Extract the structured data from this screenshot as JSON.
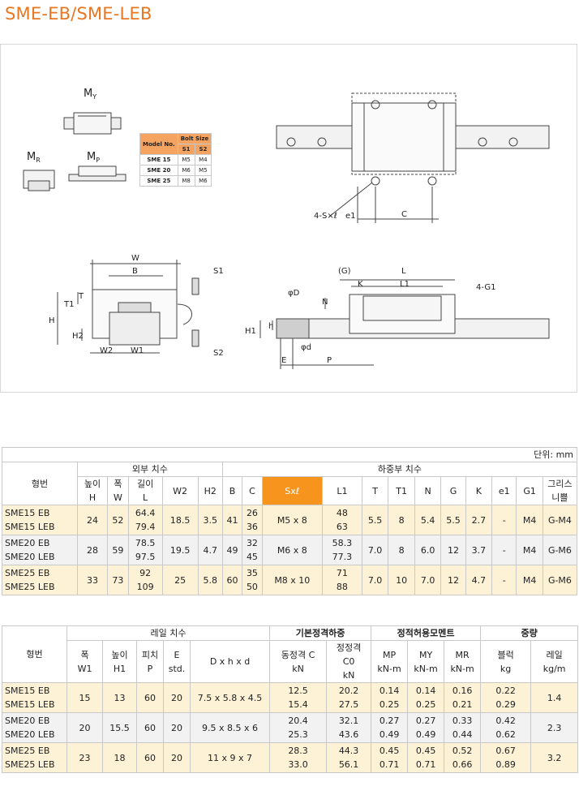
{
  "page": {
    "title": "SME-EB/SME-LEB"
  },
  "drawing": {
    "moment_labels": [
      "M",
      "Y",
      "M",
      "R",
      "M",
      "P"
    ],
    "bolt_table": {
      "model_header": "Model No.",
      "bolt_header": "Bolt Size",
      "s1": "S1",
      "s2": "S2",
      "rows": [
        {
          "model": "SME 15",
          "s1": "M5",
          "s2": "M4"
        },
        {
          "model": "SME 20",
          "s1": "M6",
          "s2": "M5"
        },
        {
          "model": "SME 25",
          "s1": "M8",
          "s2": "M6"
        }
      ]
    },
    "labels": {
      "four_s_l": "4-S×ℓ",
      "e1": "e1",
      "c": "C",
      "w": "W",
      "b": "B",
      "s1": "S1",
      "s2": "S2",
      "t1": "T1",
      "t": "T",
      "h": "H",
      "h2": "H2",
      "w2": "W2",
      "w1": "W1",
      "g": "(G)",
      "l": "L",
      "k": "K",
      "l1": "L1",
      "four_g1": "4-G1",
      "phi_d_big": "φD",
      "n": "N",
      "h_small": "h",
      "h1": "H1",
      "phi_d_small": "φd",
      "e": "E",
      "p": "P"
    }
  },
  "table1": {
    "unit": "단위: mm",
    "model_header": "형번",
    "group_outer": "외부 치수",
    "group_block": "하중부 치수",
    "headers": [
      [
        "높이",
        "H"
      ],
      [
        "폭",
        "W"
      ],
      [
        "길이",
        "L"
      ],
      [
        "W2"
      ],
      [
        "H2"
      ],
      [
        "B"
      ],
      [
        "C"
      ],
      [
        "Sxℓ"
      ],
      [
        "L1"
      ],
      [
        "T"
      ],
      [
        "T1"
      ],
      [
        "N"
      ],
      [
        "G"
      ],
      [
        "K"
      ],
      [
        "e1"
      ],
      [
        "G1"
      ],
      [
        "그리스",
        "니쁠"
      ]
    ],
    "rows": [
      {
        "model": [
          "SME15 EB",
          "SME15 LEB"
        ],
        "cells": [
          [
            "24"
          ],
          [
            "52"
          ],
          [
            "64.4",
            "79.4"
          ],
          [
            "18.5"
          ],
          [
            "3.5"
          ],
          [
            "41"
          ],
          [
            "26",
            "36"
          ],
          [
            "M5 x 8"
          ],
          [
            "48",
            "63"
          ],
          [
            "5.5"
          ],
          [
            "8"
          ],
          [
            "5.4"
          ],
          [
            "5.5"
          ],
          [
            "2.7"
          ],
          [
            "-"
          ],
          [
            "M4"
          ],
          [
            "G-M4"
          ]
        ]
      },
      {
        "model": [
          "SME20 EB",
          "SME20 LEB"
        ],
        "cells": [
          [
            "28"
          ],
          [
            "59"
          ],
          [
            "78.5",
            "97.5"
          ],
          [
            "19.5"
          ],
          [
            "4.7"
          ],
          [
            "49"
          ],
          [
            "32",
            "45"
          ],
          [
            "M6 x 8"
          ],
          [
            "58.3",
            "77.3"
          ],
          [
            "7.0"
          ],
          [
            "8"
          ],
          [
            "6.0"
          ],
          [
            "12"
          ],
          [
            "3.7"
          ],
          [
            "-"
          ],
          [
            "M4"
          ],
          [
            "G-M6"
          ]
        ]
      },
      {
        "model": [
          "SME25 EB",
          "SME25 LEB"
        ],
        "cells": [
          [
            "33"
          ],
          [
            "73"
          ],
          [
            "92",
            "109"
          ],
          [
            "25"
          ],
          [
            "5.8"
          ],
          [
            "60"
          ],
          [
            "35",
            "50"
          ],
          [
            "M8 x 10"
          ],
          [
            "71",
            "88"
          ],
          [
            "7.0"
          ],
          [
            "10"
          ],
          [
            "7.0"
          ],
          [
            "12"
          ],
          [
            "4.7"
          ],
          [
            "-"
          ],
          [
            "M4"
          ],
          [
            "G-M6"
          ]
        ]
      }
    ]
  },
  "table2": {
    "model_header": "형번",
    "group_rail": "레일 치수",
    "group_load": "기본정격하중",
    "group_moment": "정적허용모멘트",
    "group_weight": "중량",
    "headers": [
      [
        "폭",
        "W1"
      ],
      [
        "높이",
        "H1"
      ],
      [
        "피치",
        "P"
      ],
      [
        "E",
        "std."
      ],
      [
        "D x h x d"
      ],
      [
        "동정격 C",
        "kN"
      ],
      [
        "정정격",
        "C0",
        "kN"
      ],
      [
        "MP",
        "kN-m"
      ],
      [
        "MY",
        "kN-m"
      ],
      [
        "MR",
        "kN-m"
      ],
      [
        "블럭",
        "kg"
      ],
      [
        "레일",
        "kg/m"
      ]
    ],
    "rows": [
      {
        "model": [
          "SME15 EB",
          "SME15 LEB"
        ],
        "cells": [
          [
            "15"
          ],
          [
            "13"
          ],
          [
            "60"
          ],
          [
            "20"
          ],
          [
            "7.5 x 5.8 x 4.5"
          ],
          [
            "12.5",
            "15.4"
          ],
          [
            "20.2",
            "27.5"
          ],
          [
            "0.14",
            "0.25"
          ],
          [
            "0.14",
            "0.25"
          ],
          [
            "0.16",
            "0.21"
          ],
          [
            "0.22",
            "0.29"
          ],
          [
            "1.4"
          ]
        ]
      },
      {
        "model": [
          "SME20 EB",
          "SME20 LEB"
        ],
        "cells": [
          [
            "20"
          ],
          [
            "15.5"
          ],
          [
            "60"
          ],
          [
            "20"
          ],
          [
            "9.5 x 8.5 x 6"
          ],
          [
            "20.4",
            "25.3"
          ],
          [
            "32.1",
            "43.6"
          ],
          [
            "0.27",
            "0.49"
          ],
          [
            "0.27",
            "0.49"
          ],
          [
            "0.33",
            "0.44"
          ],
          [
            "0.42",
            "0.62"
          ],
          [
            "2.3"
          ]
        ]
      },
      {
        "model": [
          "SME25 EB",
          "SME25 LEB"
        ],
        "cells": [
          [
            "23"
          ],
          [
            "18"
          ],
          [
            "60"
          ],
          [
            "20"
          ],
          [
            "11 x 9 x 7"
          ],
          [
            "28.3",
            "33.0"
          ],
          [
            "44.3",
            "56.1"
          ],
          [
            "0.45",
            "0.71"
          ],
          [
            "0.45",
            "0.71"
          ],
          [
            "0.52",
            "0.66"
          ],
          [
            "0.67",
            "0.89"
          ],
          [
            "3.2"
          ]
        ]
      }
    ]
  }
}
